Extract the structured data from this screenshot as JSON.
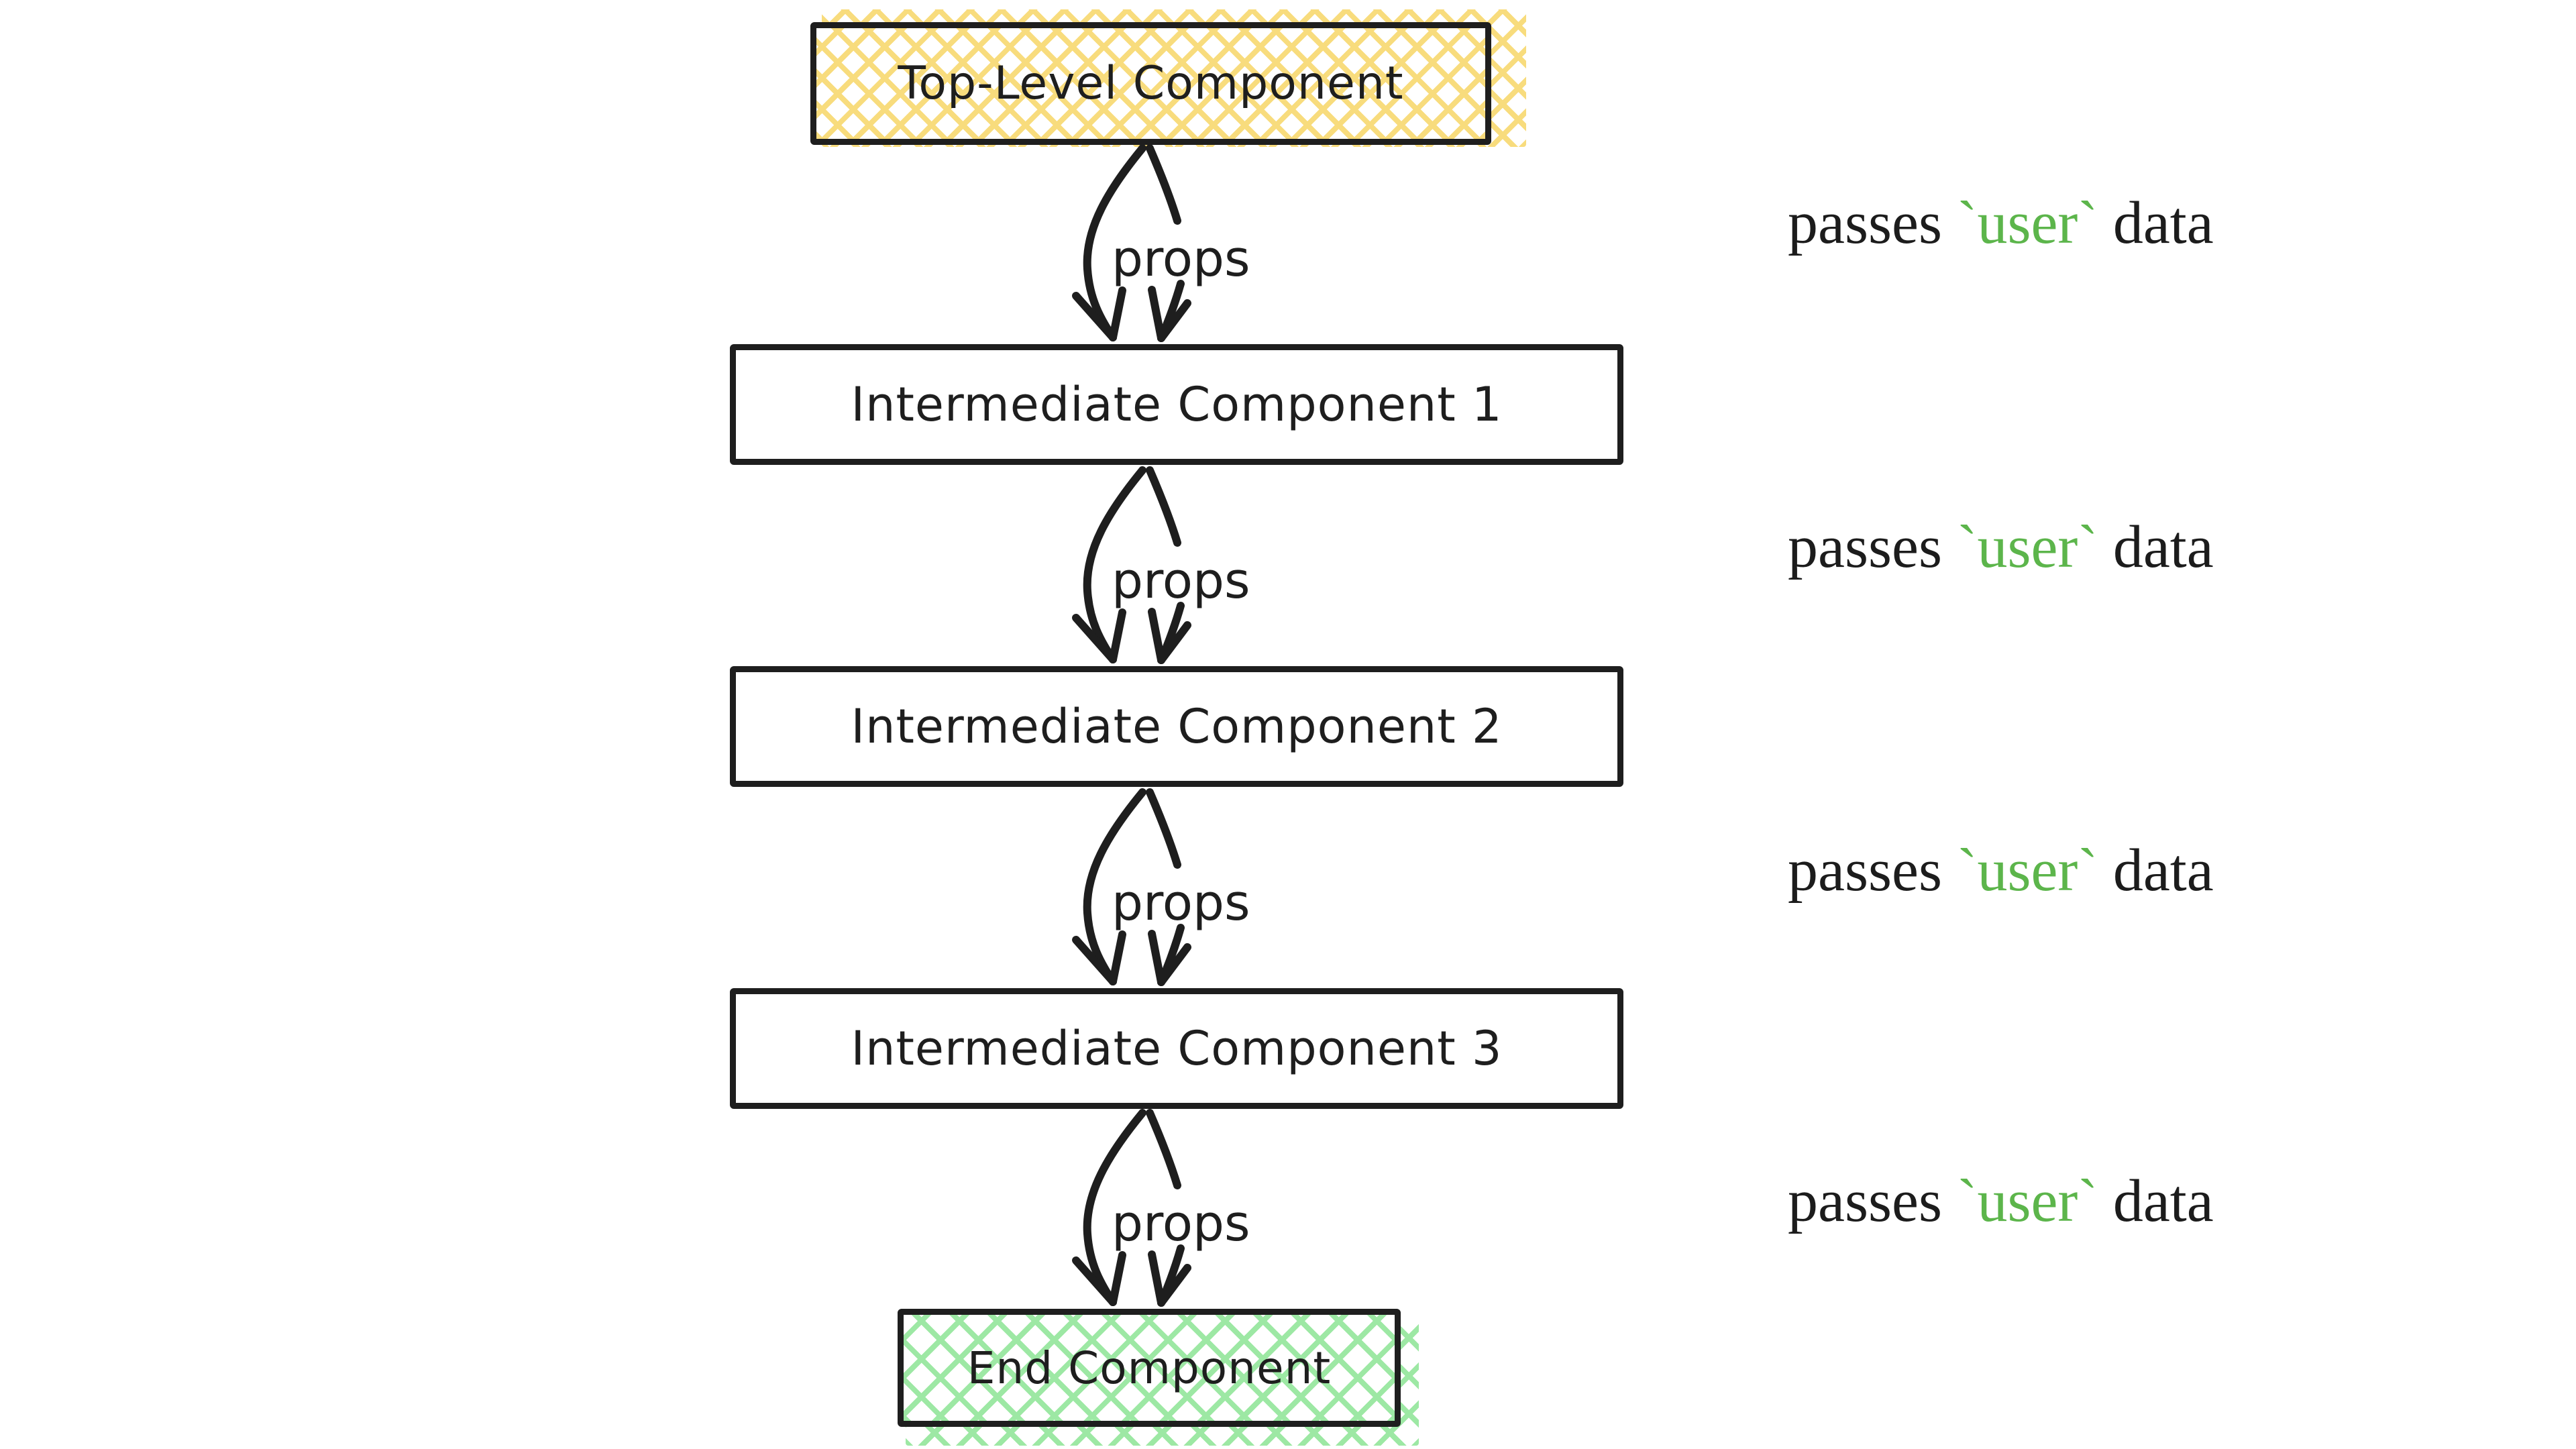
{
  "nodes": [
    {
      "id": "top",
      "label": "Top-Level Component",
      "fill": "hatch-yellow"
    },
    {
      "id": "int1",
      "label": "Intermediate Component 1",
      "fill": "white"
    },
    {
      "id": "int2",
      "label": "Intermediate Component 2",
      "fill": "white"
    },
    {
      "id": "int3",
      "label": "Intermediate Component 3",
      "fill": "white"
    },
    {
      "id": "end",
      "label": "End Component",
      "fill": "hatch-green"
    }
  ],
  "edges": [
    {
      "from": "top",
      "to": "int1",
      "label": "props"
    },
    {
      "from": "int1",
      "to": "int2",
      "label": "props"
    },
    {
      "from": "int2",
      "to": "int3",
      "label": "props"
    },
    {
      "from": "int3",
      "to": "end",
      "label": "props"
    }
  ],
  "annotations": [
    {
      "prefix": "passes ",
      "code": "`user`",
      "suffix": " data"
    },
    {
      "prefix": "passes ",
      "code": "`user`",
      "suffix": " data"
    },
    {
      "prefix": "passes ",
      "code": "`user`",
      "suffix": " data"
    },
    {
      "prefix": "passes ",
      "code": "`user`",
      "suffix": " data"
    }
  ],
  "colors": {
    "ink": "#1e1e1e",
    "hatch_yellow": "#f8dc7d",
    "hatch_green": "#9de8a4",
    "code_green": "#5cb54b",
    "text": "#1c1c1c"
  }
}
